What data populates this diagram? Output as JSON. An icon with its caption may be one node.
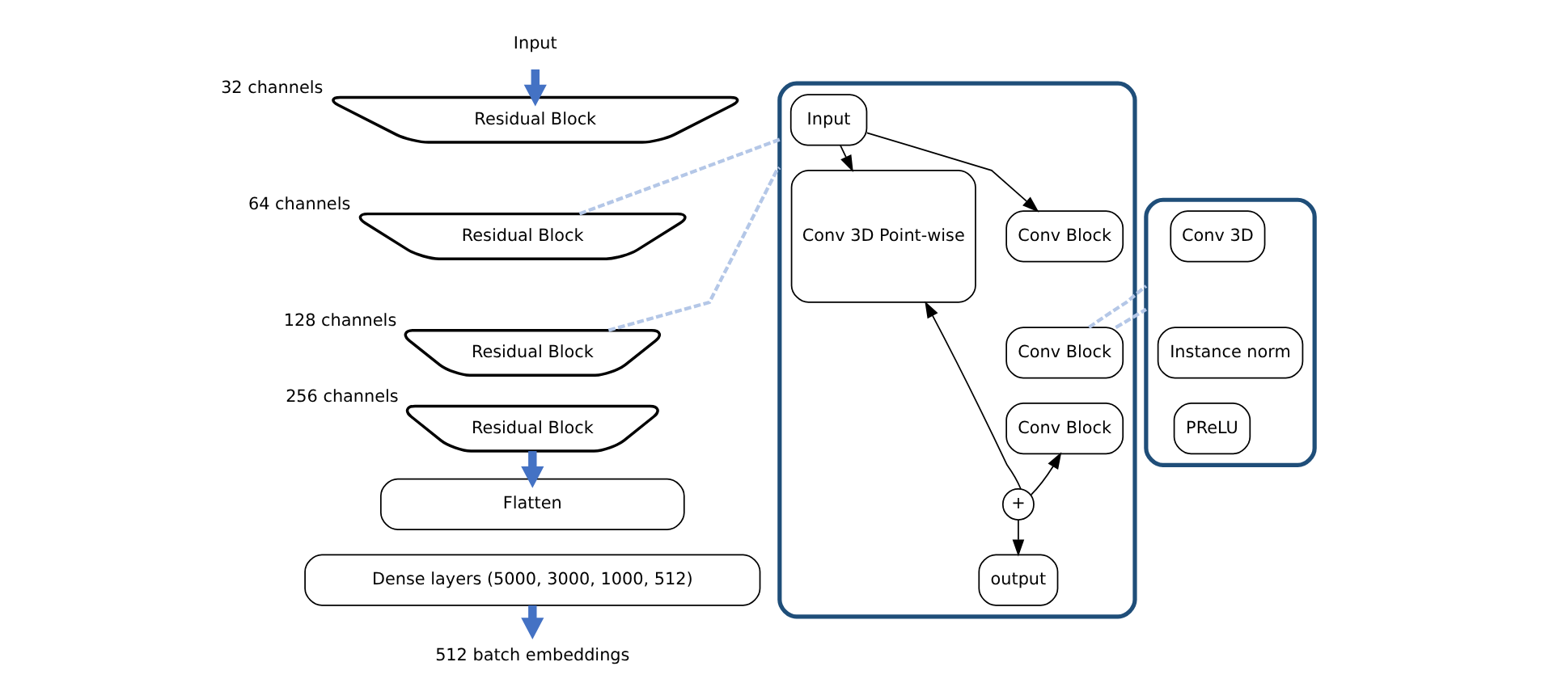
{
  "diagram": {
    "nodes": [
      {
        "text": [
          "Input"
        ]
      },
      {
        "text": [
          "Residual Block"
        ],
        "beside": [
          "32 channels"
        ]
      },
      {
        "text": [
          "Residual Block"
        ],
        "beside": [
          "64 channels"
        ]
      },
      {
        "text": [
          "Residual Block"
        ],
        "beside": [
          "128 channels"
        ]
      },
      {
        "text": [
          "Residual Block"
        ],
        "beside": [
          "256 channels"
        ]
      },
      {
        "text": [
          "Flatten"
        ]
      },
      {
        "text": [
          "Dense layers (5000, 3000, 1000, 512)"
        ]
      },
      {
        "text": [
          "512 batch embeddings"
        ]
      },
      {
        "text": [],
        "shape": "box"
      },
      {
        "text": [
          "Input"
        ],
        "in": 8
      },
      {
        "text": [
          "Conv 3D Point-wise"
        ],
        "in": 8
      },
      {
        "text": [
          "Conv Block"
        ],
        "in": 8
      },
      {
        "text": [
          "Conv Block"
        ],
        "in": 8
      },
      {
        "text": [
          "Conv Block"
        ],
        "in": 8
      },
      {
        "text": [
          "+"
        ],
        "in": 8
      },
      {
        "text": [
          "output"
        ],
        "in": 8
      },
      {
        "text": [],
        "shape": "box"
      },
      {
        "text": [
          "Conv 3D"
        ],
        "in": 16
      },
      {
        "text": [
          "Instance norm"
        ],
        "in": 16
      },
      {
        "text": [
          "PReLU"
        ],
        "in": 16
      }
    ],
    "edges": [
      {
        "from": 0,
        "to": 1,
        "arrow": "to",
        "style": "thick",
        "color": "#4472c4"
      },
      {
        "from": 4,
        "to": 5,
        "arrow": "to",
        "style": "thick",
        "color": "#4472c4"
      },
      {
        "from": 6,
        "to": 7,
        "arrow": "to",
        "style": "thick",
        "color": "#4472c4"
      },
      {
        "from": 2,
        "to": 8,
        "arrow": "none",
        "style": "dashed",
        "color": "#b4c7e7"
      },
      {
        "from": 3,
        "to": 8,
        "arrow": "none",
        "style": "dashed",
        "color": "#b4c7e7"
      },
      {
        "from": 9,
        "to": 10,
        "arrow": "to"
      },
      {
        "from": 9,
        "to": 11,
        "arrow": "to"
      },
      {
        "from": 14,
        "to": 10,
        "arrow": "to"
      },
      {
        "from": 14,
        "to": 13,
        "arrow": "to"
      },
      {
        "from": 14,
        "to": 15,
        "arrow": "to"
      },
      {
        "from": 12,
        "to": 16,
        "arrow": "none",
        "style": "dashed",
        "color": "#b4c7e7"
      },
      {
        "from": 12,
        "to": 16,
        "arrow": "none",
        "style": "dashed",
        "color": "#b4c7e7"
      }
    ]
  }
}
